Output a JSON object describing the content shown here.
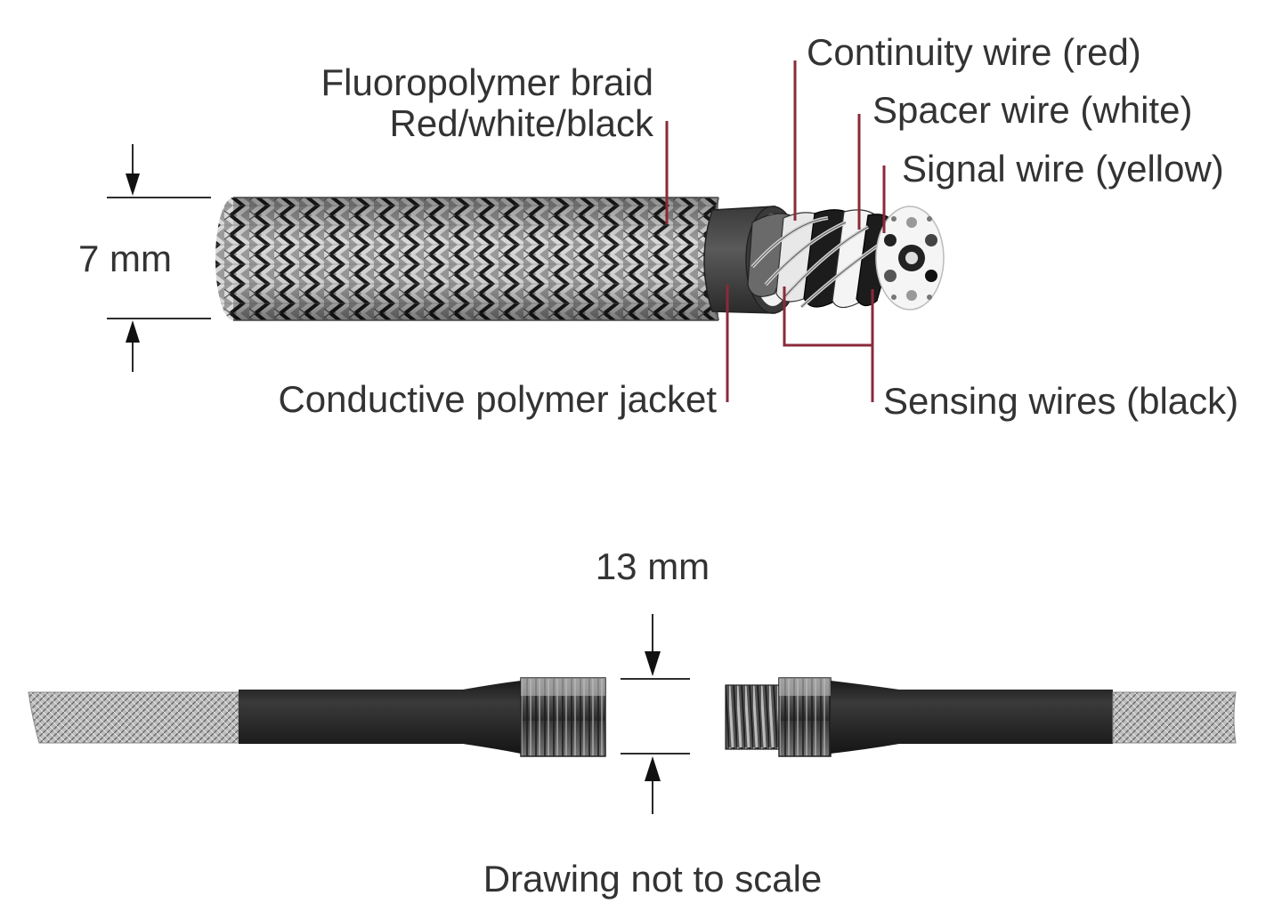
{
  "labels": {
    "braid_line1": "Fluoropolymer braid",
    "braid_line2": "Red/white/black",
    "continuity": "Continuity wire (red)",
    "spacer": "Spacer wire (white)",
    "signal": "Signal wire (yellow)",
    "jacket": "Conductive polymer jacket",
    "sensing": "Sensing wires (black)"
  },
  "dimensions": {
    "cable_diameter": "7 mm",
    "connector_diameter": "13 mm"
  },
  "note": "Drawing not to scale",
  "colors": {
    "leader": "#8a2a3a",
    "text": "#333333",
    "jacket": "#2b2b2b",
    "braid_dark": "#1e1e1e",
    "braid_light": "#cfcfcf"
  }
}
